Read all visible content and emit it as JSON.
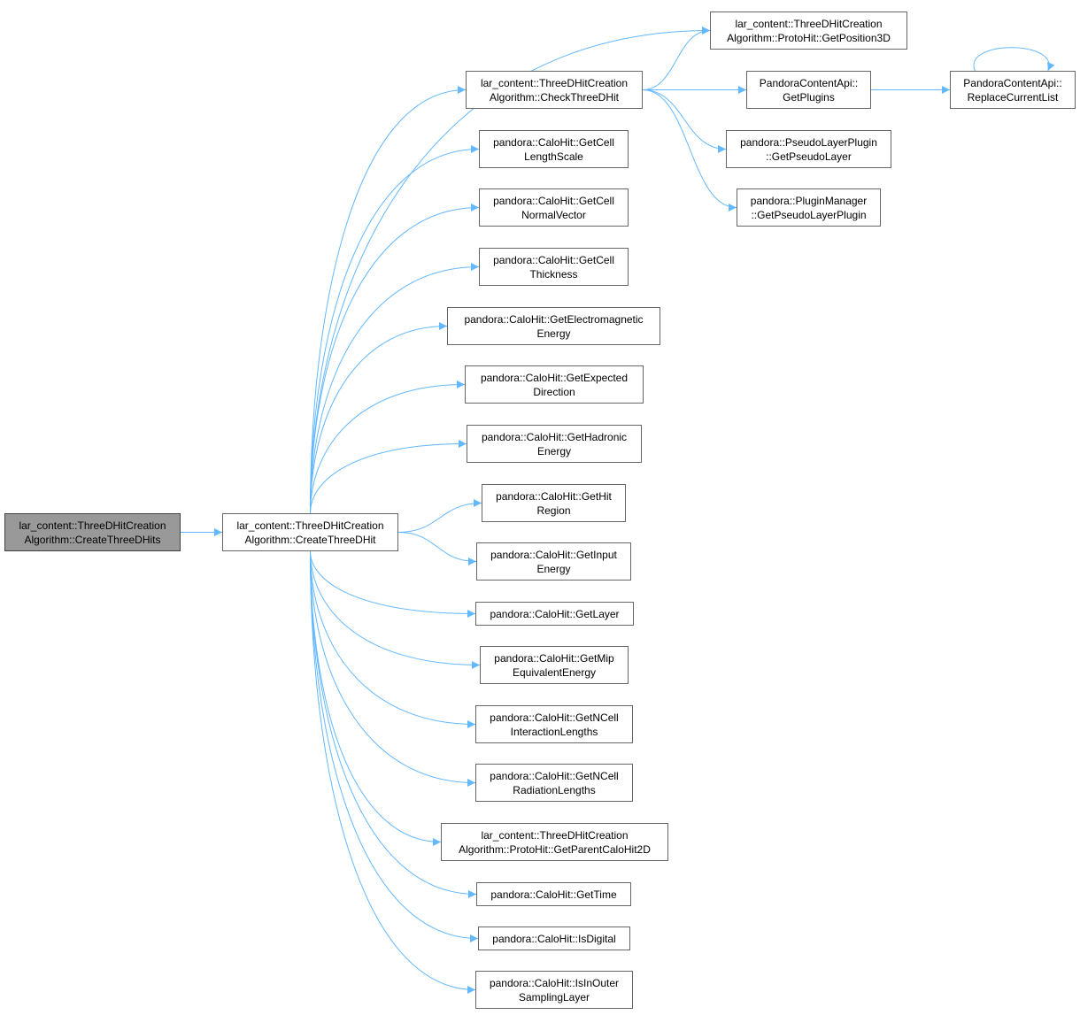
{
  "graph": {
    "colors": {
      "edge": "#63b8ff",
      "node_border": "#666666",
      "root_fill": "#999999",
      "node_fill": "#ffffff"
    },
    "nodes": [
      {
        "id": "create_three_d_hits",
        "lines": [
          "lar_content::ThreeDHitCreation",
          "Algorithm::CreateThreeDHits"
        ],
        "root": true
      },
      {
        "id": "create_three_d_hit",
        "lines": [
          "lar_content::ThreeDHitCreation",
          "Algorithm::CreateThreeDHit"
        ]
      },
      {
        "id": "get_position_3d",
        "lines": [
          "lar_content::ThreeDHitCreation",
          "Algorithm::ProtoHit::GetPosition3D"
        ]
      },
      {
        "id": "check_three_d_hit",
        "lines": [
          "lar_content::ThreeDHitCreation",
          "Algorithm::CheckThreeDHit"
        ]
      },
      {
        "id": "get_plugins",
        "lines": [
          "PandoraContentApi::",
          "GetPlugins"
        ]
      },
      {
        "id": "replace_current_list",
        "lines": [
          "PandoraContentApi::",
          "ReplaceCurrentList"
        ]
      },
      {
        "id": "get_pseudo_layer",
        "lines": [
          "pandora::PseudoLayerPlugin",
          "::GetPseudoLayer"
        ]
      },
      {
        "id": "get_pseudo_layer_plugin",
        "lines": [
          "pandora::PluginManager",
          "::GetPseudoLayerPlugin"
        ]
      },
      {
        "id": "get_cell_length_scale",
        "lines": [
          "pandora::CaloHit::GetCell",
          "LengthScale"
        ]
      },
      {
        "id": "get_cell_normal_vector",
        "lines": [
          "pandora::CaloHit::GetCell",
          "NormalVector"
        ]
      },
      {
        "id": "get_cell_thickness",
        "lines": [
          "pandora::CaloHit::GetCell",
          "Thickness"
        ]
      },
      {
        "id": "get_electromagnetic_energy",
        "lines": [
          "pandora::CaloHit::GetElectromagnetic",
          "Energy"
        ]
      },
      {
        "id": "get_expected_direction",
        "lines": [
          "pandora::CaloHit::GetExpected",
          "Direction"
        ]
      },
      {
        "id": "get_hadronic_energy",
        "lines": [
          "pandora::CaloHit::GetHadronic",
          "Energy"
        ]
      },
      {
        "id": "get_hit_region",
        "lines": [
          "pandora::CaloHit::GetHit",
          "Region"
        ]
      },
      {
        "id": "get_input_energy",
        "lines": [
          "pandora::CaloHit::GetInput",
          "Energy"
        ]
      },
      {
        "id": "get_layer",
        "lines": [
          "pandora::CaloHit::GetLayer"
        ]
      },
      {
        "id": "get_mip_equivalent_energy",
        "lines": [
          "pandora::CaloHit::GetMip",
          "EquivalentEnergy"
        ]
      },
      {
        "id": "get_n_cell_interaction_lengths",
        "lines": [
          "pandora::CaloHit::GetNCell",
          "InteractionLengths"
        ]
      },
      {
        "id": "get_n_cell_radiation_lengths",
        "lines": [
          "pandora::CaloHit::GetNCell",
          "RadiationLengths"
        ]
      },
      {
        "id": "get_parent_calo_hit_2d",
        "lines": [
          "lar_content::ThreeDHitCreation",
          "Algorithm::ProtoHit::GetParentCaloHit2D"
        ]
      },
      {
        "id": "get_time",
        "lines": [
          "pandora::CaloHit::GetTime"
        ]
      },
      {
        "id": "is_digital",
        "lines": [
          "pandora::CaloHit::IsDigital"
        ]
      },
      {
        "id": "is_in_outer_sampling_layer",
        "lines": [
          "pandora::CaloHit::IsInOuter",
          "SamplingLayer"
        ]
      }
    ],
    "edges": [
      [
        "create_three_d_hits",
        "create_three_d_hit"
      ],
      [
        "create_three_d_hit",
        "check_three_d_hit"
      ],
      [
        "create_three_d_hit",
        "get_position_3d"
      ],
      [
        "create_three_d_hit",
        "get_cell_length_scale"
      ],
      [
        "create_three_d_hit",
        "get_cell_normal_vector"
      ],
      [
        "create_three_d_hit",
        "get_cell_thickness"
      ],
      [
        "create_three_d_hit",
        "get_electromagnetic_energy"
      ],
      [
        "create_three_d_hit",
        "get_expected_direction"
      ],
      [
        "create_three_d_hit",
        "get_hadronic_energy"
      ],
      [
        "create_three_d_hit",
        "get_hit_region"
      ],
      [
        "create_three_d_hit",
        "get_input_energy"
      ],
      [
        "create_three_d_hit",
        "get_layer"
      ],
      [
        "create_three_d_hit",
        "get_mip_equivalent_energy"
      ],
      [
        "create_three_d_hit",
        "get_n_cell_interaction_lengths"
      ],
      [
        "create_three_d_hit",
        "get_n_cell_radiation_lengths"
      ],
      [
        "create_three_d_hit",
        "get_parent_calo_hit_2d"
      ],
      [
        "create_three_d_hit",
        "get_time"
      ],
      [
        "create_three_d_hit",
        "is_digital"
      ],
      [
        "create_three_d_hit",
        "is_in_outer_sampling_layer"
      ],
      [
        "check_three_d_hit",
        "get_position_3d"
      ],
      [
        "check_three_d_hit",
        "get_plugins"
      ],
      [
        "check_three_d_hit",
        "get_pseudo_layer"
      ],
      [
        "check_three_d_hit",
        "get_pseudo_layer_plugin"
      ],
      [
        "get_plugins",
        "replace_current_list"
      ],
      [
        "replace_current_list",
        "replace_current_list"
      ]
    ]
  }
}
